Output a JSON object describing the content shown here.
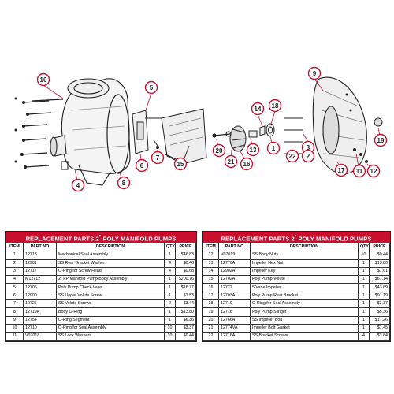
{
  "colors": {
    "accent": "#c8102e",
    "line": "#222222"
  },
  "callouts": [
    {
      "id": "c10",
      "num": "10"
    },
    {
      "id": "c5",
      "num": "5"
    },
    {
      "id": "c14",
      "num": "14"
    },
    {
      "id": "c18",
      "num": "18"
    },
    {
      "id": "c9",
      "num": "9"
    },
    {
      "id": "c3",
      "num": "3"
    },
    {
      "id": "c20",
      "num": "20"
    },
    {
      "id": "c21",
      "num": "21"
    },
    {
      "id": "c16",
      "num": "16"
    },
    {
      "id": "c13",
      "num": "13"
    },
    {
      "id": "c1",
      "num": "1"
    },
    {
      "id": "c22",
      "num": "22"
    },
    {
      "id": "c2",
      "num": "2"
    },
    {
      "id": "c19",
      "num": "19"
    },
    {
      "id": "c6",
      "num": "6"
    },
    {
      "id": "c7",
      "num": "7"
    },
    {
      "id": "c15",
      "num": "15"
    },
    {
      "id": "c4",
      "num": "4"
    },
    {
      "id": "c8",
      "num": "8"
    },
    {
      "id": "c17",
      "num": "17"
    },
    {
      "id": "c11",
      "num": "11"
    },
    {
      "id": "c12",
      "num": "12"
    }
  ],
  "tables": {
    "left": {
      "title": "REPLACEMENT PARTS 2",
      "title_sup": "\"",
      "title_tail": " POLY MANIFOLD PUMPS",
      "headers": {
        "item": "ITEM",
        "part": "PART NO",
        "desc": "DESCRIPTION",
        "qty": "QTY",
        "price": "PRICE"
      },
      "rows": [
        {
          "item": "1",
          "part": "12713",
          "desc": "Mechanical Seal Assembly",
          "qty": "1",
          "price": "$46.83"
        },
        {
          "item": "2",
          "part": "12901",
          "desc": "SS Rear Bracket Washer",
          "qty": "4",
          "price": "$0.46"
        },
        {
          "item": "3",
          "part": "12717",
          "desc": "O-Ring for Screw Head",
          "qty": "4",
          "price": "$0.68"
        },
        {
          "item": "4",
          "part": "M12712",
          "desc": "2\" FP Manifold Pump Body Assembly",
          "qty": "1",
          "price": "$200.76"
        },
        {
          "item": "5",
          "part": "12706",
          "desc": "Poly Pump Check Valve",
          "qty": "1",
          "price": "$16.77"
        },
        {
          "item": "6",
          "part": "12900",
          "desc": "SS Upper Volute Screw",
          "qty": "1",
          "price": "$1.53"
        },
        {
          "item": "7",
          "part": "12726",
          "desc": "SS Volute Screws",
          "qty": "2",
          "price": "$3.44"
        },
        {
          "item": "8",
          "part": "12719A",
          "desc": "Body O-Ring",
          "qty": "1",
          "price": "$13.80"
        },
        {
          "item": "9",
          "part": "12754",
          "desc": "O-Ring Segment",
          "qty": "1",
          "price": "$6.36"
        },
        {
          "item": "10",
          "part": "12710",
          "desc": "O-Ring for Seal Assembly",
          "qty": "10",
          "price": "$3.37"
        },
        {
          "item": "11",
          "part": "V07018",
          "desc": "SS Lock Washers",
          "qty": "10",
          "price": "$0.44"
        }
      ]
    },
    "right": {
      "title": "REPLACEMENT PARTS 2",
      "title_sup": "\"",
      "title_tail": " POLY MANIFOLD PUMPS",
      "headers": {
        "item": "ITEM",
        "part": "PART NO",
        "desc": "DESCRIPTION",
        "qty": "QTY",
        "price": "PRICE"
      },
      "rows": [
        {
          "item": "12",
          "part": "V07019",
          "desc": "SS Body Nuts",
          "qty": "10",
          "price": "$0.44"
        },
        {
          "item": "13",
          "part": "12776A",
          "desc": "Impeller Hex Nut",
          "qty": "1",
          "price": "$13.80"
        },
        {
          "item": "14",
          "part": "12902A",
          "desc": "Impeller Key",
          "qty": "1",
          "price": "$1.61"
        },
        {
          "item": "15",
          "part": "12702A",
          "desc": "Poly Pump Volute",
          "qty": "1",
          "price": "$67.14"
        },
        {
          "item": "16",
          "part": "12772",
          "desc": "5 Vane Impeller",
          "qty": "1",
          "price": "$43.69"
        },
        {
          "item": "17",
          "part": "12703A",
          "desc": "Poly Pump Rear Bracket",
          "qty": "1",
          "price": "$91.19"
        },
        {
          "item": "18",
          "part": "12710",
          "desc": "O-Ring for Seal Assembly",
          "qty": "1",
          "price": "$3.37"
        },
        {
          "item": "19",
          "part": "12716",
          "desc": "Poly Pump Slinger",
          "qty": "1",
          "price": "$5.36"
        },
        {
          "item": "20",
          "part": "12766A",
          "desc": "SS Impeller Bolt",
          "qty": "1",
          "price": "$17.26"
        },
        {
          "item": "21",
          "part": "12774VA",
          "desc": "Impeller Bolt Gasket",
          "qty": "1",
          "price": "$1.45"
        },
        {
          "item": "22",
          "part": "12716A",
          "desc": "SS Bracket Screws",
          "qty": "4",
          "price": "$3.84"
        }
      ]
    }
  }
}
